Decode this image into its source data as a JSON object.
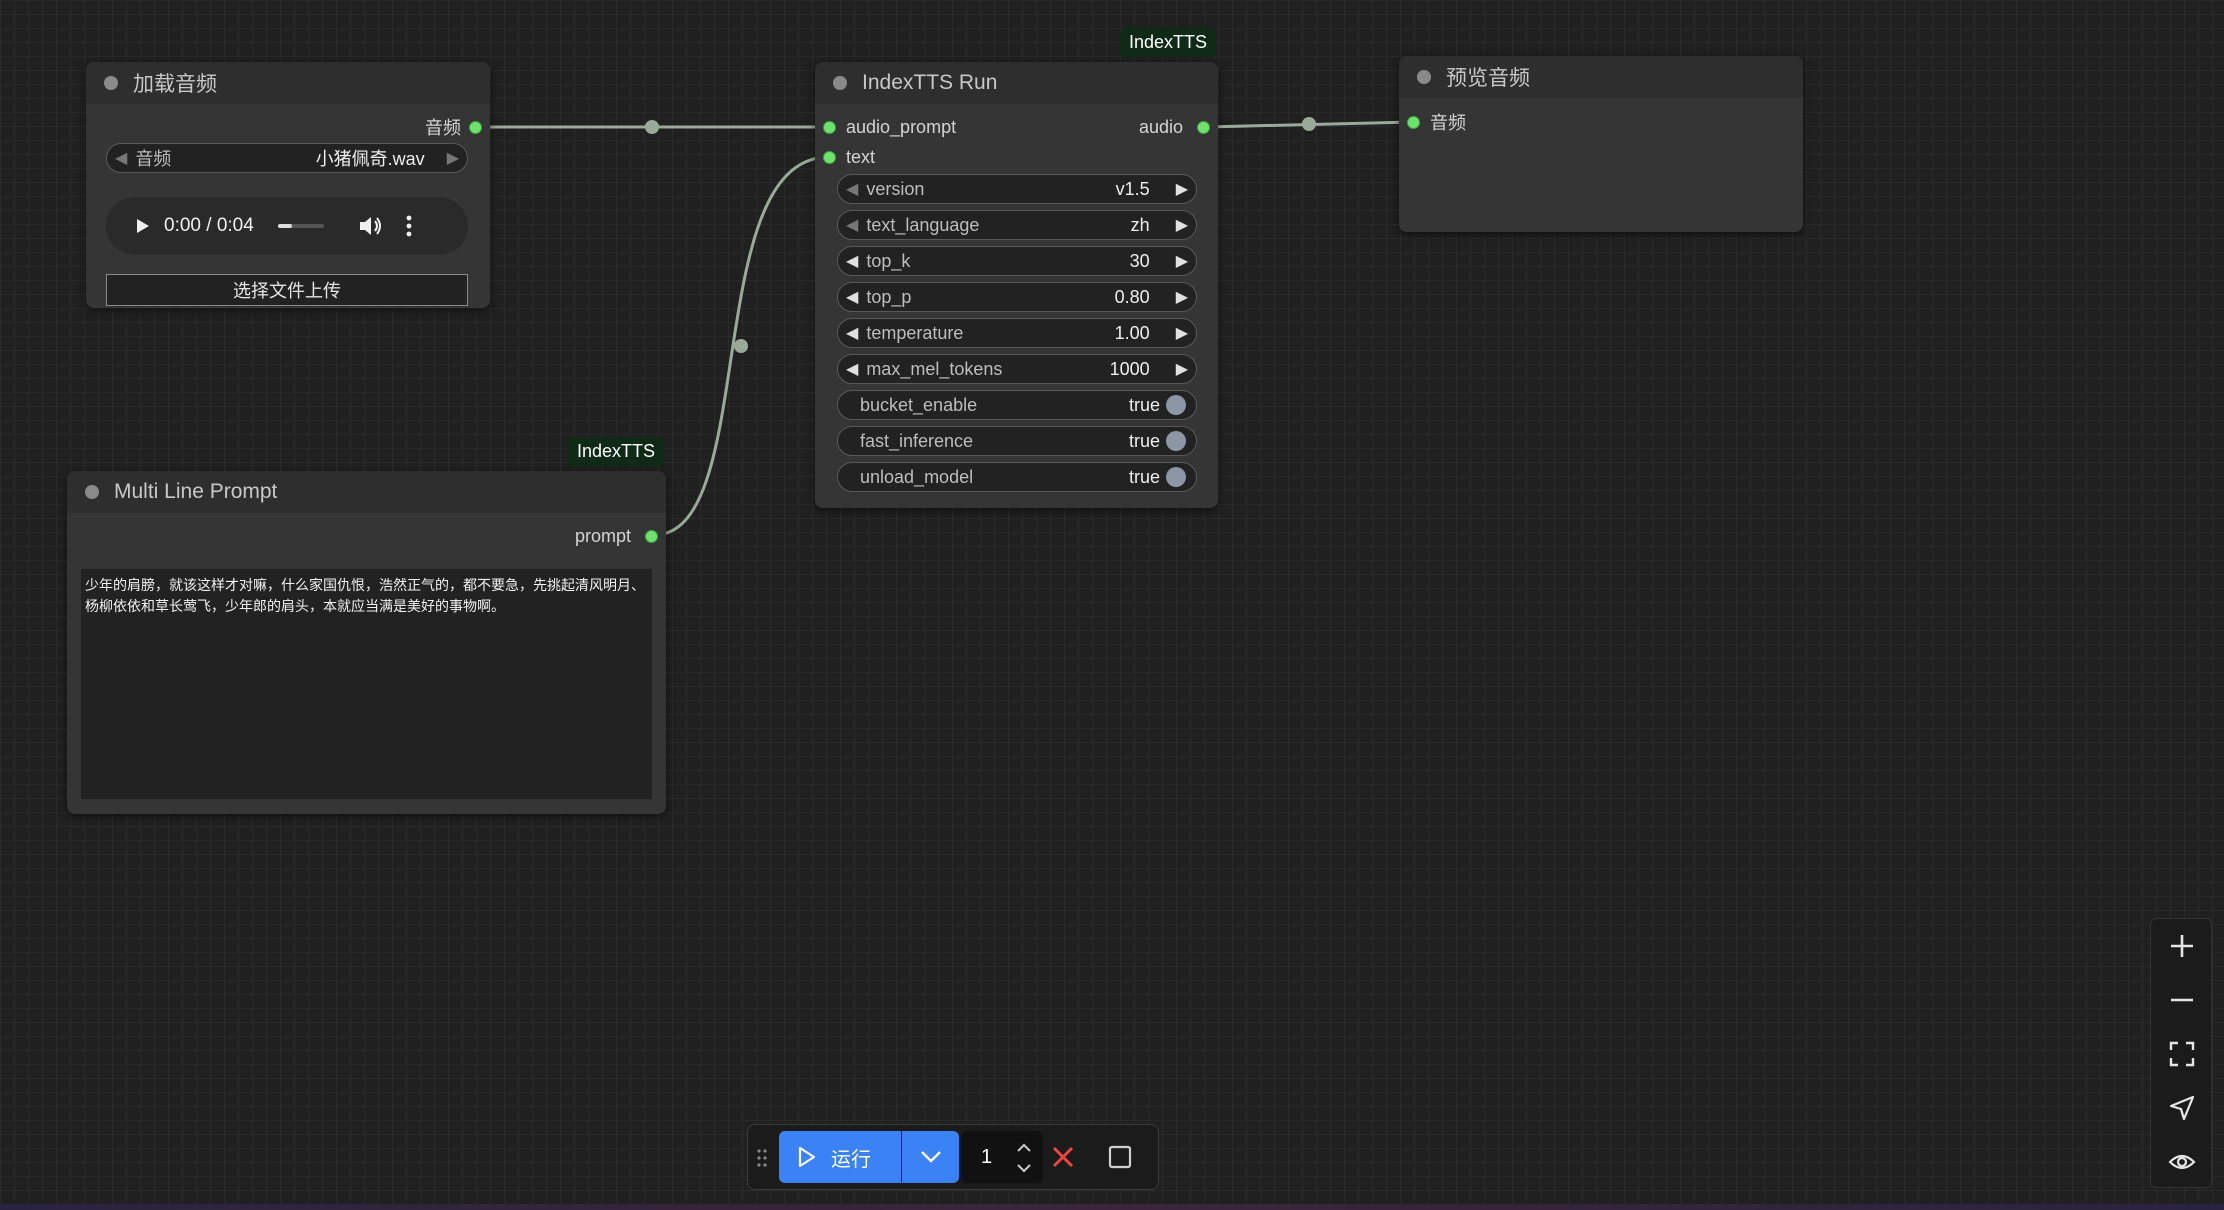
{
  "nodes": {
    "load_audio": {
      "title": "加载音频",
      "output_label": "音频",
      "combo_label": "音频",
      "combo_value": "小猪佩奇.wav",
      "player_time": "0:00 / 0:04",
      "upload_label": "选择文件上传"
    },
    "indextts_run": {
      "badge": "IndexTTS",
      "title": "IndexTTS Run",
      "inputs": [
        "audio_prompt",
        "text"
      ],
      "output_label": "audio",
      "widgets": [
        {
          "label": "version",
          "value": "v1.5"
        },
        {
          "label": "text_language",
          "value": "zh"
        },
        {
          "label": "top_k",
          "value": "30"
        },
        {
          "label": "top_p",
          "value": "0.80"
        },
        {
          "label": "temperature",
          "value": "1.00"
        },
        {
          "label": "max_mel_tokens",
          "value": "1000"
        }
      ],
      "toggles": [
        {
          "label": "bucket_enable",
          "value": "true"
        },
        {
          "label": "fast_inference",
          "value": "true"
        },
        {
          "label": "unload_model",
          "value": "true"
        }
      ]
    },
    "preview_audio": {
      "title": "预览音频",
      "input_label": "音频"
    },
    "multi_line_prompt": {
      "badge": "IndexTTS",
      "title": "Multi Line Prompt",
      "output_label": "prompt",
      "text": "少年的肩膀，就该这样才对嘛，什么家国仇恨，浩然正气的，都不要急，先挑起清风明月、杨柳依依和草长莺飞，少年郎的肩头，本就应当满是美好的事物啊。"
    }
  },
  "toolbar": {
    "run_label": "运行",
    "queue_count": "1"
  },
  "colors": {
    "port_green": "#6de06d",
    "link_color": "#9aaa9a",
    "run_blue": "#3b82f6",
    "cancel_red": "#ef4444"
  },
  "icons": [
    "play-icon",
    "volume-icon",
    "more-icon",
    "drag-handle-icon",
    "chevron-down-icon",
    "chevron-up-icon",
    "close-icon",
    "stop-icon",
    "plus-icon",
    "minus-icon",
    "fit-view-icon",
    "send-icon",
    "eye-icon"
  ]
}
